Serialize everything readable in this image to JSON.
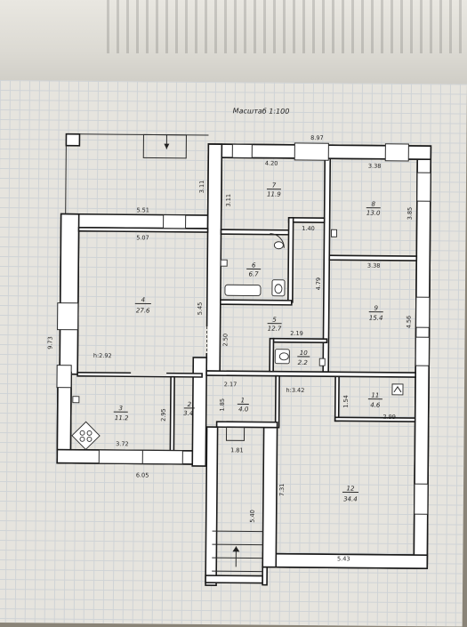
{
  "scale_label": "Масштаб 1:100",
  "rooms": [
    {
      "id": "1",
      "area": "4.0"
    },
    {
      "id": "2",
      "area": "3.4"
    },
    {
      "id": "3",
      "area": "11.2"
    },
    {
      "id": "4",
      "area": "27.6"
    },
    {
      "id": "5",
      "area": "12.7"
    },
    {
      "id": "6",
      "area": "6.7"
    },
    {
      "id": "7",
      "area": "11.9"
    },
    {
      "id": "8",
      "area": "13.0"
    },
    {
      "id": "9",
      "area": "15.4"
    },
    {
      "id": "10",
      "area": "2.2"
    },
    {
      "id": "11",
      "area": "4.6"
    },
    {
      "id": "12",
      "area": "34.4"
    }
  ],
  "dimensions": [
    "8.97",
    "4.20",
    "3.38",
    "3.11",
    "3.11",
    "3.85",
    "5.51",
    "5.07",
    "1.40",
    "3.38",
    "4.79",
    "5.45",
    "9.73",
    "2.50",
    "2.19",
    "4.56",
    "2.17",
    "1.85",
    "1.54",
    "2.99",
    "2.95",
    "3.72",
    "6.05",
    "1.81",
    "7.31",
    "5.40",
    "5.43"
  ],
  "heights": [
    "h:2.92",
    "h:3.42"
  ],
  "icons": [
    "stove-icon",
    "toilet-icon",
    "toilet-icon",
    "boiler-icon",
    "sink-icon",
    "bathtub-icon"
  ]
}
